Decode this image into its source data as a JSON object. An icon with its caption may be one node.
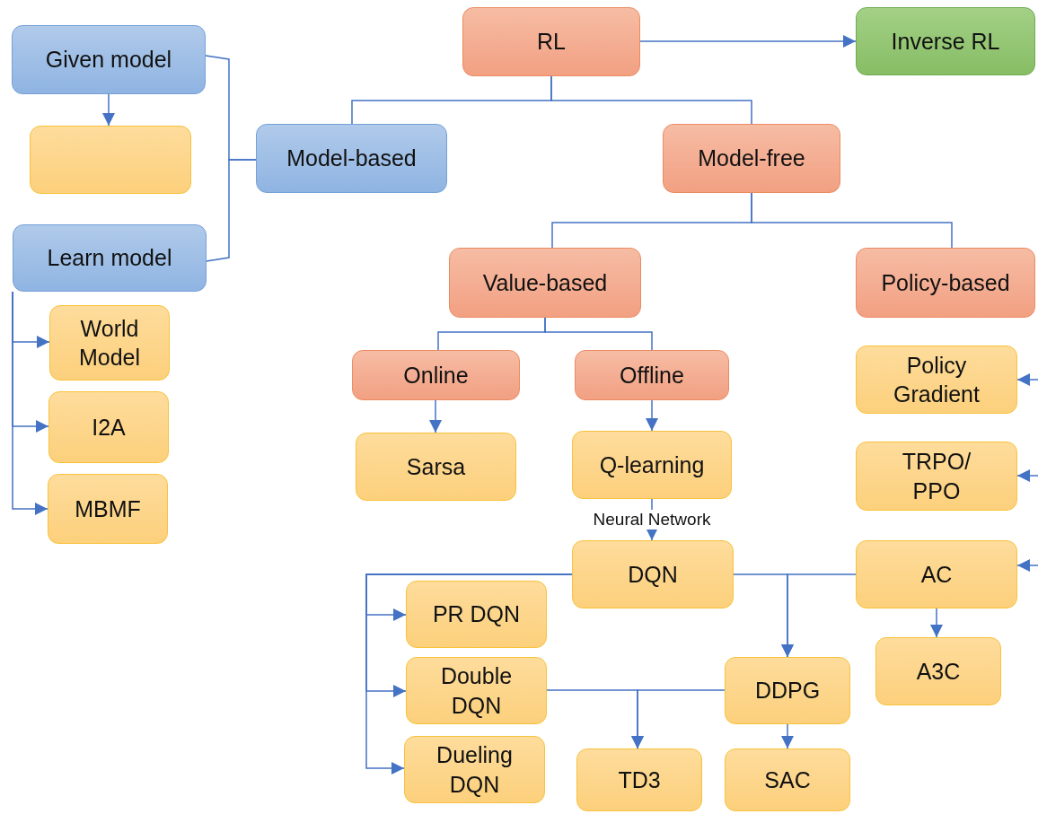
{
  "diagram": {
    "nodes": [
      {
        "text": [
          "Given model"
        ]
      },
      {
        "text": [],
        "shape": "box"
      },
      {
        "text": [
          "Learn model"
        ]
      },
      {
        "text": [
          "World Model"
        ]
      },
      {
        "text": [
          "I2A"
        ]
      },
      {
        "text": [
          "MBMF"
        ]
      },
      {
        "text": [
          "RL"
        ]
      },
      {
        "text": [
          "Inverse RL"
        ]
      },
      {
        "text": [
          "Model-based"
        ]
      },
      {
        "text": [
          "Model-free"
        ]
      },
      {
        "text": [
          "Value-based"
        ]
      },
      {
        "text": [
          "Policy-based"
        ]
      },
      {
        "text": [
          "Online"
        ]
      },
      {
        "text": [
          "Offline"
        ]
      },
      {
        "text": [
          "Sarsa"
        ]
      },
      {
        "text": [
          "Q-learning"
        ]
      },
      {
        "text": [
          "Policy Gradient"
        ]
      },
      {
        "text": [
          "TRPO/ PPO"
        ]
      },
      {
        "text": [
          "DQN"
        ]
      },
      {
        "text": [
          "AC"
        ]
      },
      {
        "text": [
          "PR DQN"
        ]
      },
      {
        "text": [
          "Double DQN"
        ]
      },
      {
        "text": [
          "Dueling DQN"
        ]
      },
      {
        "text": [
          "DDPG"
        ]
      },
      {
        "text": [
          "A3C"
        ]
      },
      {
        "text": [
          "TD3"
        ]
      },
      {
        "text": [
          "SAC"
        ]
      }
    ],
    "edges": [
      {
        "from": 0,
        "to": 8,
        "arrow": "none"
      },
      {
        "from": 2,
        "to": 8,
        "arrow": "none"
      },
      {
        "from": 0,
        "to": 1,
        "arrow": "to"
      },
      {
        "from": 2,
        "to": 3,
        "arrow": "to"
      },
      {
        "from": 2,
        "to": 4,
        "arrow": "to"
      },
      {
        "from": 2,
        "to": 5,
        "arrow": "to"
      },
      {
        "from": 6,
        "to": 7,
        "arrow": "to"
      },
      {
        "from": 6,
        "to": 8,
        "arrow": "none"
      },
      {
        "from": 6,
        "to": 9,
        "arrow": "none"
      },
      {
        "from": 9,
        "to": 10,
        "arrow": "none"
      },
      {
        "from": 9,
        "to": 11,
        "arrow": "none"
      },
      {
        "from": 10,
        "to": 12,
        "arrow": "none"
      },
      {
        "from": 10,
        "to": 13,
        "arrow": "none"
      },
      {
        "from": 12,
        "to": 14,
        "arrow": "to"
      },
      {
        "from": 13,
        "to": 15,
        "arrow": "to"
      },
      {
        "from": 15,
        "to": 18,
        "arrow": "to",
        "label": "Neural Network"
      },
      {
        "from": null,
        "to": 16,
        "arrow": "to"
      },
      {
        "from": null,
        "to": 17,
        "arrow": "to"
      },
      {
        "from": null,
        "to": 19,
        "arrow": "to"
      },
      {
        "from": 18,
        "to": 20,
        "arrow": "to"
      },
      {
        "from": 18,
        "to": 21,
        "arrow": "to"
      },
      {
        "from": 18,
        "to": 22,
        "arrow": "to"
      },
      {
        "from": 18,
        "to": 23,
        "arrow": "to"
      },
      {
        "from": 19,
        "to": 23,
        "arrow": "to"
      },
      {
        "from": 19,
        "to": 24,
        "arrow": "to"
      },
      {
        "from": 21,
        "to": 25,
        "arrow": "to"
      },
      {
        "from": 23,
        "to": 25,
        "arrow": "to"
      },
      {
        "from": 23,
        "to": 26,
        "arrow": "to"
      }
    ]
  }
}
